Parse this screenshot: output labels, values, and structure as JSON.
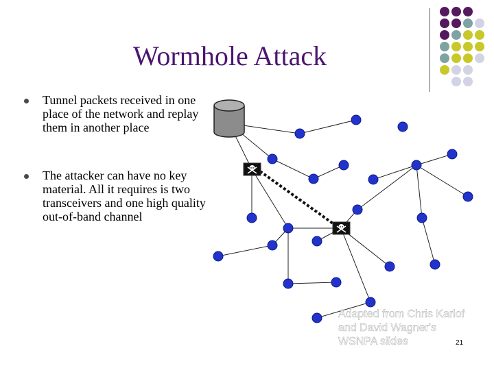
{
  "slide": {
    "title": "Wormhole Attack",
    "bullets": [
      "Tunnel packets received in one place of the network and replay them in another place",
      "The attacker can have no key material. All it requires is two transceivers and one high quality out-of-band channel"
    ],
    "credit": "Adapted from Chris Karlof\nand David Wagner's\nWSNPA slides",
    "page_number": "21"
  },
  "colors": {
    "title": "#4b1570",
    "node_fill": "#2233cc",
    "node_stroke": "#0d1a88",
    "tunnel": "#111111",
    "corner_purple": "#55195d",
    "corner_teal": "#7fa3a3",
    "corner_olive": "#c8c82a",
    "corner_lavender": "#d3d3e6"
  },
  "icons": {
    "database": "database-icon",
    "attacker": "skull-crossbones-icon"
  }
}
